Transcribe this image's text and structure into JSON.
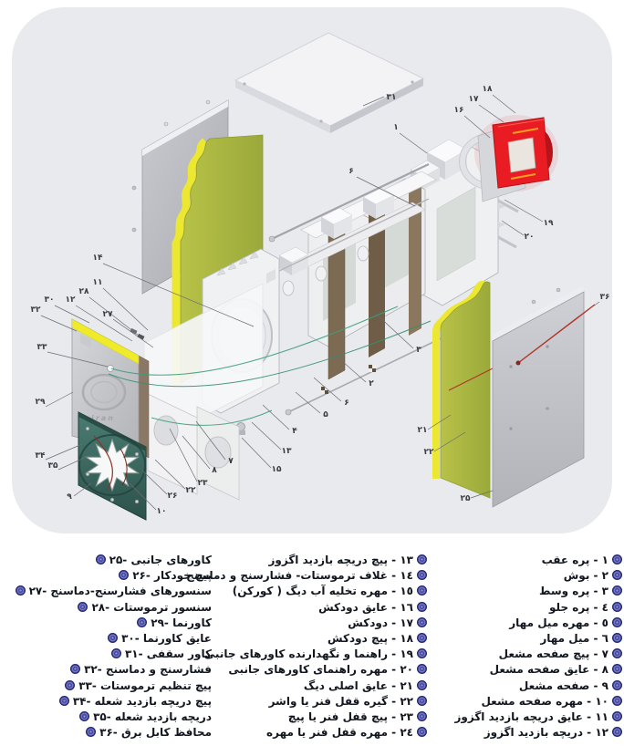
{
  "diagram": {
    "bg_color": "#e9eaee",
    "logo_text": "iran",
    "colors": {
      "insulation_edge_yellow": "#ece831",
      "insulation_face_olive": "#a9b441",
      "chimney_red": "#e81c22",
      "burner_plate_teal": "#3e6e65",
      "side_panel_gray": "#c2c3c8",
      "capillary_green": "#3f9f7c",
      "wire_red": "#b03528"
    },
    "callouts": [
      {
        "n": "۳۱",
        "t": [
          429,
          109
        ],
        "l": [
          421,
          106,
          398,
          116
        ]
      },
      {
        "n": "۱۸",
        "t": [
          534,
          100
        ],
        "l": [
          540,
          104,
          565,
          124
        ]
      },
      {
        "n": "۱۷",
        "t": [
          519,
          111
        ],
        "l": [
          525,
          115,
          552,
          134
        ]
      },
      {
        "n": "۱۶",
        "t": [
          503,
          123
        ],
        "l": [
          509,
          127,
          537,
          151
        ]
      },
      {
        "n": "۱",
        "t": [
          434,
          142
        ],
        "l": [
          438,
          146,
          468,
          168
        ]
      },
      {
        "n": "۶",
        "t": [
          385,
          190
        ],
        "l": [
          391,
          194,
          455,
          226
        ]
      },
      {
        "n": "۱۹",
        "t": [
          601,
          247
        ],
        "l": [
          595,
          243,
          553,
          219
        ]
      },
      {
        "n": "۲۰",
        "t": [
          580,
          262
        ],
        "l": [
          574,
          258,
          550,
          242
        ]
      },
      {
        "n": "۱۴",
        "t": [
          107,
          285
        ],
        "l": [
          113,
          289,
          278,
          358
        ]
      },
      {
        "n": "۱۱",
        "t": [
          107,
          312
        ],
        "l": [
          113,
          316,
          162,
          362
        ]
      },
      {
        "n": "۲۸",
        "t": [
          92,
          322
        ],
        "l": [
          98,
          326,
          152,
          368
        ]
      },
      {
        "n": "۱۲",
        "t": [
          77,
          331
        ],
        "l": [
          83,
          335,
          145,
          374
        ]
      },
      {
        "n": "۲۷",
        "t": [
          118,
          347
        ],
        "l": [
          124,
          350,
          168,
          381
        ]
      },
      {
        "n": "۳۰",
        "t": [
          54,
          331
        ],
        "l": [
          60,
          335,
          98,
          354
        ]
      },
      {
        "n": "۳۲",
        "t": [
          39,
          342
        ],
        "l": [
          45,
          346,
          84,
          363
        ]
      },
      {
        "n": "۳۳",
        "t": [
          46,
          383
        ],
        "l": [
          52,
          386,
          118,
          402
        ]
      },
      {
        "n": "۲۹",
        "t": [
          44,
          443
        ],
        "l": [
          50,
          446,
          80,
          430
        ]
      },
      {
        "n": "۳۴",
        "t": [
          44,
          502
        ],
        "l": [
          50,
          504,
          90,
          487
        ]
      },
      {
        "n": "۳۵",
        "t": [
          58,
          513
        ],
        "l": [
          64,
          515,
          97,
          500
        ]
      },
      {
        "n": "۹",
        "t": [
          76,
          547
        ],
        "l": [
          81,
          544,
          100,
          530
        ]
      },
      {
        "n": "۱۰",
        "t": [
          177,
          563
        ],
        "l": [
          171,
          559,
          142,
          530
        ]
      },
      {
        "n": "۲۶",
        "t": [
          189,
          546
        ],
        "l": [
          183,
          542,
          156,
          516
        ]
      },
      {
        "n": "۲۲",
        "t": [
          209,
          540
        ],
        "l": [
          203,
          536,
          170,
          504
        ]
      },
      {
        "n": "۲۳",
        "t": [
          222,
          532
        ],
        "l": [
          216,
          528,
          186,
          470
        ]
      },
      {
        "n": "۸",
        "t": [
          235,
          518
        ],
        "l": [
          230,
          514,
          200,
          478
        ]
      },
      {
        "n": "۷",
        "t": [
          253,
          508
        ],
        "l": [
          247,
          504,
          215,
          462
        ]
      },
      {
        "n": "۱۵",
        "t": [
          303,
          517
        ],
        "l": [
          297,
          513,
          265,
          480
        ]
      },
      {
        "n": "۱۳",
        "t": [
          314,
          497
        ],
        "l": [
          308,
          493,
          276,
          463
        ]
      },
      {
        "n": "۴",
        "t": [
          323,
          475
        ],
        "l": [
          317,
          471,
          288,
          444
        ]
      },
      {
        "n": "۵",
        "t": [
          357,
          457
        ],
        "l": [
          351,
          453,
          324,
          430
        ]
      },
      {
        "n": "۶",
        "t": [
          380,
          444
        ],
        "l": [
          374,
          440,
          344,
          414
        ]
      },
      {
        "n": "۲",
        "t": [
          407,
          423
        ],
        "l": [
          401,
          419,
          366,
          388
        ]
      },
      {
        "n": "۳",
        "t": [
          459,
          386
        ],
        "l": [
          453,
          382,
          412,
          344
        ]
      },
      {
        "n": "۲۱",
        "t": [
          463,
          474
        ],
        "l": [
          469,
          471,
          494,
          455
        ]
      },
      {
        "n": "۲۲",
        "t": [
          470,
          498
        ],
        "l": [
          476,
          495,
          510,
          474
        ]
      },
      {
        "n": "۲۵",
        "t": [
          510,
          549
        ],
        "l": [
          516,
          546,
          540,
          538
        ]
      },
      {
        "n": "۳۶",
        "t": [
          663,
          328
        ],
        "l": [
          657,
          331,
          650,
          336
        ]
      }
    ]
  },
  "legend": {
    "bullet_color": "#2e3192",
    "columns": [
      {
        "id": "right",
        "dir": "rtl",
        "sep": " - ",
        "items": [
          {
            "num": "۱",
            "label": "پره عقب"
          },
          {
            "num": "۲",
            "label": "بوش"
          },
          {
            "num": "۳",
            "label": "پره وسط"
          },
          {
            "num": "٤",
            "label": "پره جلو"
          },
          {
            "num": "٥",
            "label": "مهره میل مهار"
          },
          {
            "num": "٦",
            "label": "میل مهار"
          },
          {
            "num": "۷",
            "label": "پیچ صفحه مشعل"
          },
          {
            "num": "۸",
            "label": "عایق صفحه مشعل"
          },
          {
            "num": "۹",
            "label": "صفحه مشعل"
          },
          {
            "num": "۱۰",
            "label": "مهره صفحه مشعل"
          },
          {
            "num": "۱۱",
            "label": "عایق دریچه بازدید اگزوز"
          },
          {
            "num": "۱۲",
            "label": "دریچه بازدید اگزوز"
          }
        ]
      },
      {
        "id": "middle",
        "dir": "rtl",
        "sep": " - ",
        "items": [
          {
            "num": "۱۳",
            "label": "پیچ دریچه بازدید اگزوز"
          },
          {
            "num": "۱٤",
            "label": "غلاف ترموستات- فشارسنج و دماسنج"
          },
          {
            "num": "۱٥",
            "label": "مهره تخلیه آب دیگ ( کورکن)"
          },
          {
            "num": "۱٦",
            "label": "عایق دودکش"
          },
          {
            "num": "۱۷",
            "label": "دودکش"
          },
          {
            "num": "۱۸",
            "label": "پیچ دودکش"
          },
          {
            "num": "۱۹",
            "label": "راهنما و نگهدارنده کاورهای جانبی"
          },
          {
            "num": "۲۰",
            "label": "مهره راهنمای کاورهای جانبی"
          },
          {
            "num": "۲۱",
            "label": "عایق اصلی دیگ"
          },
          {
            "num": "۲۲",
            "label": "گیره قفل فنر یا واشر"
          },
          {
            "num": "۲۳",
            "label": "پیچ قفل فنر یا پیچ"
          },
          {
            "num": "۲٤",
            "label": "مهره قفل فنر یا مهره"
          }
        ]
      },
      {
        "id": "left",
        "dir": "ltr",
        "sep": "- ",
        "items": [
          {
            "num": "۲۵",
            "label": "کاورهای جانبی"
          },
          {
            "num": "۲۶",
            "label": "پیچ خودکار"
          },
          {
            "num": "۲۷",
            "label": "سنسورهای فشارسنج-دماسنج"
          },
          {
            "num": "۲۸",
            "label": "سنسور ترموستات"
          },
          {
            "num": "۲۹",
            "label": "کاورنما"
          },
          {
            "num": "۳۰",
            "label": "عایق کاورنما"
          },
          {
            "num": "۳۱",
            "label": "کاور سقفی"
          },
          {
            "num": "۳۲",
            "label": "فشارسنج و دماسنج"
          },
          {
            "num": "۳۳",
            "label": "پیچ تنظیم ترموستات"
          },
          {
            "num": "۳۴",
            "label": "پیچ دریچه بازدید شعله"
          },
          {
            "num": "۳۵",
            "label": "دریچه بازدید شعله"
          },
          {
            "num": "۳۶",
            "label": "محافظ کابل برق"
          }
        ]
      }
    ]
  }
}
